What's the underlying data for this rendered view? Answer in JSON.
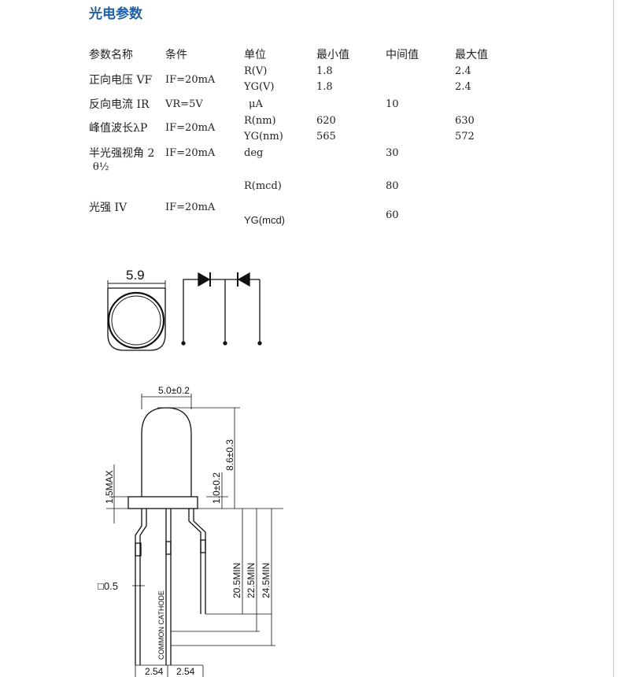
{
  "section_title": "光电参数",
  "headers": {
    "param": "参数名称",
    "condition": "条件",
    "unit": "单位",
    "min": "最小值",
    "typ": "中间值",
    "max": "最大值"
  },
  "rows": {
    "vf": {
      "param": "正向电压 VF",
      "condition": "IF=20mA",
      "unit_r": "R(V)",
      "unit_yg": "YG(V)",
      "min_r": "1.8",
      "min_yg": "1.8",
      "max_r": "2.4",
      "max_yg": "2.4"
    },
    "ir": {
      "param": "反向电流 IR",
      "condition": "VR=5V",
      "unit": "μA",
      "typ": "10"
    },
    "lp": {
      "param": "峰值波长λP",
      "condition": "IF=20mA",
      "unit_r": "R(nm)",
      "unit_yg": "YG(nm)",
      "min_r": "620",
      "min_yg": "565",
      "max_r": "630",
      "max_yg": "572"
    },
    "angle": {
      "param": "半光强视角 2",
      "param2": "θ½",
      "condition": "IF=20mA",
      "unit": "deg",
      "typ": "30"
    },
    "iv": {
      "param": "光强 IV",
      "condition": "IF=20mA",
      "unit_r": "R(mcd)",
      "unit_yg": "YG(mcd)",
      "typ_r": "80",
      "typ_yg": "60"
    }
  },
  "drawing": {
    "top_diameter": "5.9",
    "body_diameter": "5.0±0.2",
    "height": "8.6±0.3",
    "flange": "1.5MAX",
    "flange_thickness": "1.0±0.2",
    "lead_a": "20.5MIN",
    "lead_b": "22.5MIN",
    "lead_c": "24.5MIN",
    "lead_square": "□0.5",
    "common_label": "COMMON CATHODE",
    "pitch_1": "2.54",
    "pitch_2": "2.54"
  }
}
